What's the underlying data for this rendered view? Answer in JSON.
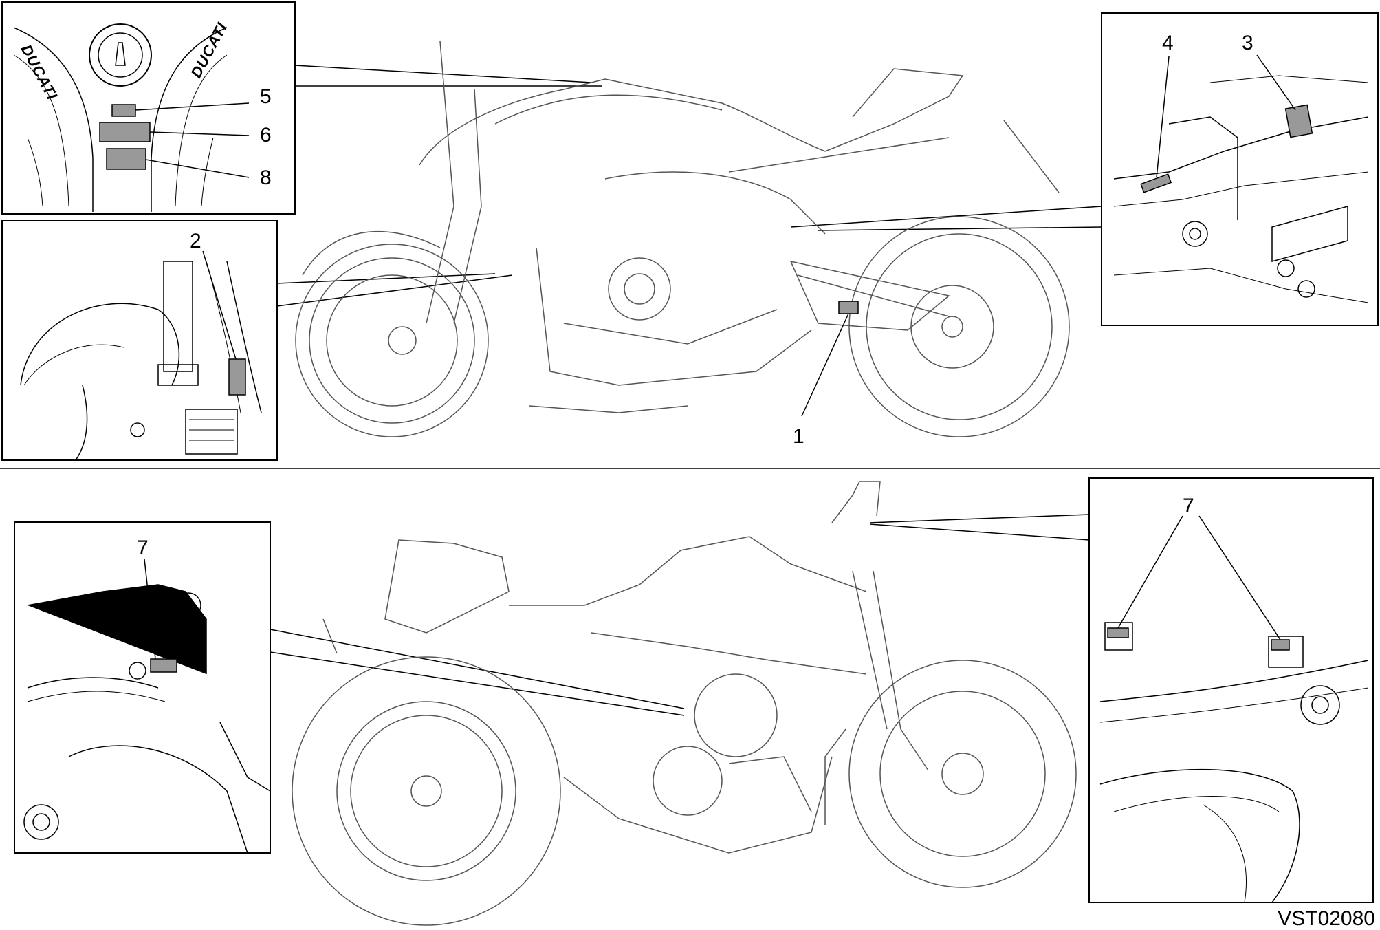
{
  "figure_code": "VST02080",
  "brand_marks": [
    "DUCATI",
    "DUCATI"
  ],
  "callouts": {
    "c1": "1",
    "c2": "2",
    "c3": "3",
    "c4": "4",
    "c5": "5",
    "c6": "6",
    "c7a": "7",
    "c7b": "7",
    "c8": "8"
  },
  "label_color": "#999999",
  "line_color": "#000000"
}
